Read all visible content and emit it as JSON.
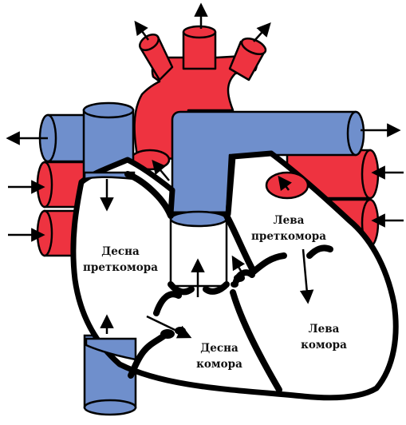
{
  "colors": {
    "artery": "#ee3340",
    "vein": "#6f8fcc",
    "outline": "#000000",
    "chamber": "#ffffff"
  },
  "labels": {
    "right_atrium": [
      "Десна",
      "преткомора"
    ],
    "left_atrium": [
      "Лева",
      "преткомора"
    ],
    "right_ventricle": [
      "Десна",
      "комора"
    ],
    "left_ventricle": [
      "Лева",
      "комора"
    ]
  }
}
